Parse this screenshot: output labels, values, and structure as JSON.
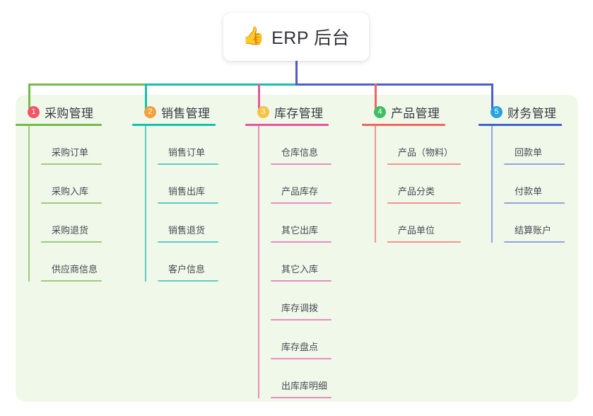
{
  "root": {
    "icon": "thumbs-up-icon",
    "icon_glyph": "👍",
    "title": "ERP 后台"
  },
  "panel": {
    "background_color": "#eff8e9"
  },
  "connectors": {
    "trunk_color": "#4f5bd5",
    "bus_segments": [
      {
        "color": "#74bb4c"
      },
      {
        "color": "#17bfae"
      },
      {
        "color": "#4f5bd5"
      }
    ],
    "drops": [
      "#74bb4c",
      "#17bfae",
      "#e6559e",
      "#f4645f",
      "#4f5bd5"
    ]
  },
  "columns": [
    {
      "index": "1",
      "badge_color": "#f0566a",
      "title": "采购管理",
      "rule_color": "#74bb4c",
      "leaf_color": "#9ccb7f",
      "rule_width": 122,
      "leaf_rule_width": 86,
      "items": [
        "采购订单",
        "采购入库",
        "采购退货",
        "供应商信息"
      ]
    },
    {
      "index": "2",
      "badge_color": "#f5a03c",
      "title": "销售管理",
      "rule_color": "#17bfae",
      "leaf_color": "#5fcdc4",
      "rule_width": 118,
      "leaf_rule_width": 86,
      "items": [
        "销售订单",
        "销售出库",
        "销售退货",
        "客户信息"
      ]
    },
    {
      "index": "3",
      "badge_color": "#f6c343",
      "title": "库存管理",
      "rule_color": "#e6559e",
      "leaf_color": "#eb8cc0",
      "rule_width": 118,
      "leaf_rule_width": 86,
      "items": [
        "仓库信息",
        "产品库存",
        "其它出库",
        "其它入库",
        "库存调拨",
        "库存盘点",
        "出库库明细"
      ]
    },
    {
      "index": "4",
      "badge_color": "#3fbf63",
      "title": "产品管理",
      "rule_color": "#f4645f",
      "leaf_color": "#f5958f",
      "rule_width": 118,
      "leaf_rule_width": 104,
      "items": [
        "产品（物料）",
        "产品分类",
        "产品单位"
      ]
    },
    {
      "index": "5",
      "badge_color": "#29a3e0",
      "title": "财务管理",
      "rule_color": "#4063c8",
      "leaf_color": "#8fa6e0",
      "rule_width": 118,
      "leaf_rule_width": 86,
      "items": [
        "回款单",
        "付款单",
        "结算账户"
      ]
    }
  ]
}
